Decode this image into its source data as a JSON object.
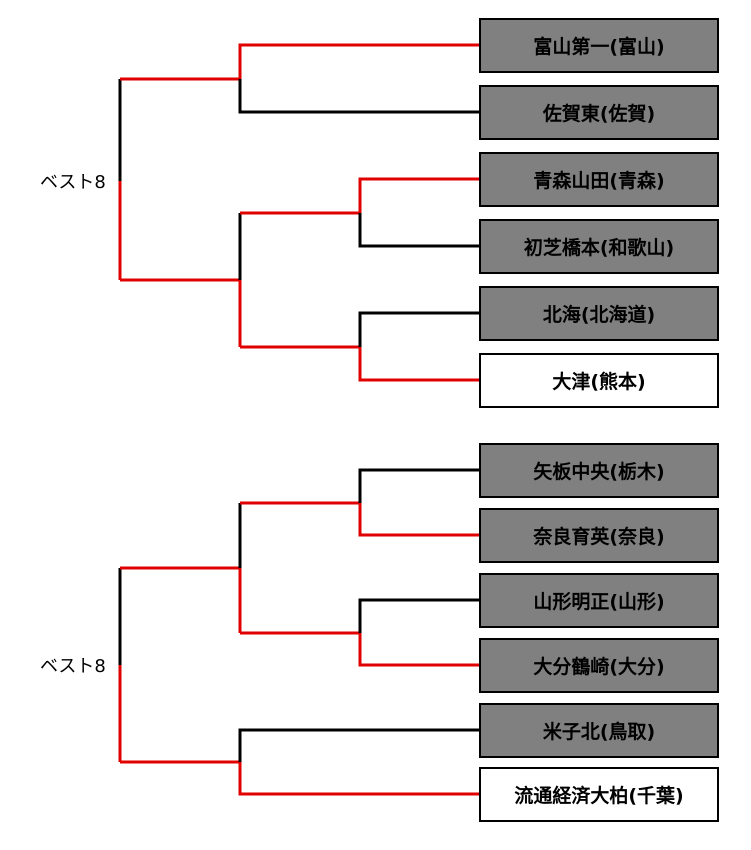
{
  "colors": {
    "winner_line": "#e00000",
    "loser_line": "#000000",
    "eliminated_fill": "#808080",
    "remaining_fill": "#ffffff"
  },
  "blocks": [
    {
      "label": "ベスト8",
      "teams": [
        {
          "name": "富山第一(富山)",
          "status": "eliminated"
        },
        {
          "name": "佐賀東(佐賀)",
          "status": "eliminated"
        },
        {
          "name": "青森山田(青森)",
          "status": "eliminated"
        },
        {
          "name": "初芝橋本(和歌山)",
          "status": "eliminated"
        },
        {
          "name": "北海(北海道)",
          "status": "eliminated"
        },
        {
          "name": "大津(熊本)",
          "status": "remaining"
        }
      ]
    },
    {
      "label": "ベスト8",
      "teams": [
        {
          "name": "矢板中央(栃木)",
          "status": "eliminated"
        },
        {
          "name": "奈良育英(奈良)",
          "status": "eliminated"
        },
        {
          "name": "山形明正(山形)",
          "status": "eliminated"
        },
        {
          "name": "大分鶴崎(大分)",
          "status": "eliminated"
        },
        {
          "name": "米子北(鳥取)",
          "status": "eliminated"
        },
        {
          "name": "流通経済大柏(千葉)",
          "status": "remaining"
        }
      ]
    }
  ]
}
